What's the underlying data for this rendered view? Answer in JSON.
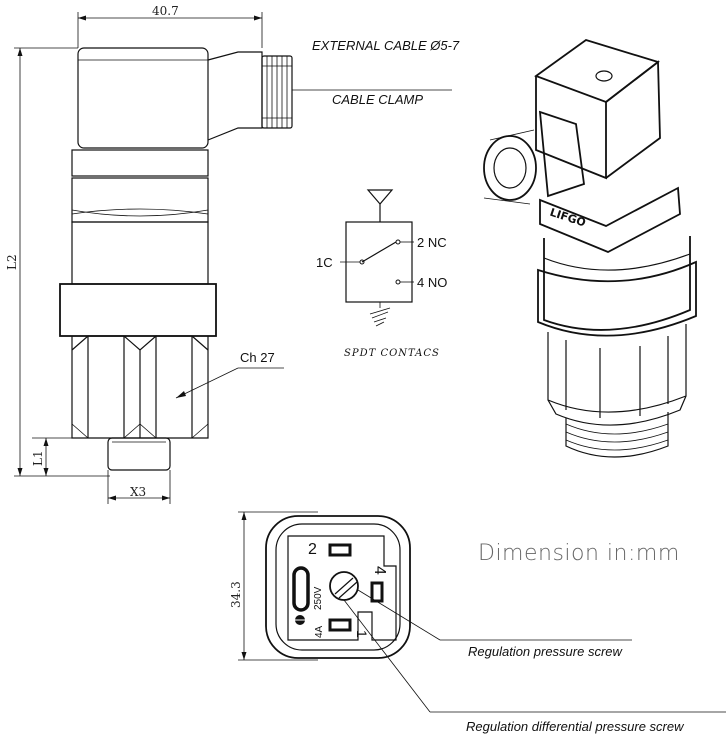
{
  "dimensions": {
    "width_top": "40.7",
    "height_left": "L2",
    "height_bottom": "L1",
    "thread": "X3",
    "connector_height": "34.3"
  },
  "labels": {
    "external_cable": "EXTERNAL CABLE Ø5-7",
    "cable_clamp": "CABLE CLAMP",
    "hex": "Ch 27",
    "contacts_title": "SPDT  CONTACS",
    "contact_1c": "1C",
    "contact_2nc": "2 NC",
    "contact_4no": "4 NO",
    "units": "Dimension in:mm",
    "reg_pressure": "Regulation pressure screw",
    "reg_diff_pressure": "Regulation differential pressure screw"
  },
  "connector": {
    "pin_2": "2",
    "pin_4": "4",
    "pin_1": "1",
    "voltage": "250V",
    "current": "4A"
  }
}
